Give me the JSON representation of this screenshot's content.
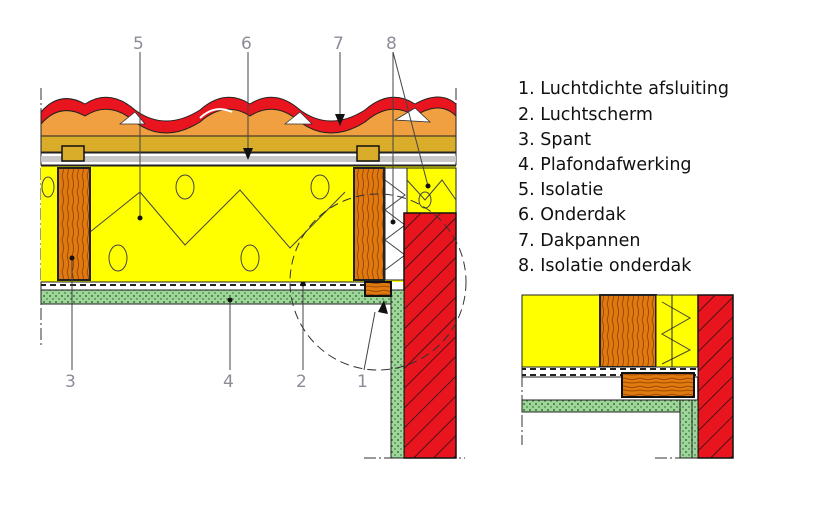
{
  "callouts": {
    "c1": "1",
    "c2": "2",
    "c3": "3",
    "c4": "4",
    "c5": "5",
    "c6": "6",
    "c7": "7",
    "c8": "8"
  },
  "legend": [
    "1. Luchtdichte afsluiting",
    "2. Luchtscherm",
    "3. Spant",
    "4. Plafondafwerking",
    "5. Isolatie",
    "6. Onderdak",
    "7. Dakpannen",
    "8. Isolatie onderdak"
  ],
  "colors": {
    "insulation": "#ffff00",
    "tile_red": "#e8141e",
    "tile_orange": "#f0a040",
    "rafter": "#e07a10",
    "brick": "#e8141e",
    "plaster": "#9fd59a",
    "underlay": "#d8b040",
    "batten_dark": "#222222"
  }
}
